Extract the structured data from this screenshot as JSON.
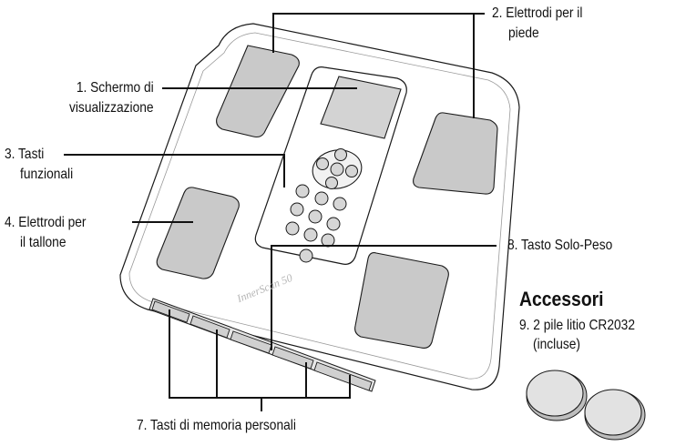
{
  "labels": {
    "display": {
      "line1": "1. Schermo di",
      "line2": "visualizzazione"
    },
    "foot_electrodes": {
      "line1": "2. Elettrodi per il",
      "line2": "piede"
    },
    "function_keys": {
      "line1": "3. Tasti",
      "line2": "funzionali"
    },
    "heel_electrodes": {
      "line1": "4. Elettrodi per",
      "line2": "il tallone"
    },
    "memory_keys": "7. Tasti di memoria personali",
    "weight_only_key": "8. Tasto Solo-Peso"
  },
  "accessories": {
    "heading": "Accessori",
    "battery_line1": "9. 2 pile litio CR2032",
    "battery_line2": "(incluse)"
  },
  "brand_mark": "InnerScan 50",
  "colors": {
    "outline": "#1a1a1a",
    "electrode_fill": "#c9c9c9",
    "screen_fill": "#d3d3d3",
    "button_fill": "#d6d6d6",
    "battery_fill": "#dedede",
    "brand_text": "#b5b5b5"
  }
}
